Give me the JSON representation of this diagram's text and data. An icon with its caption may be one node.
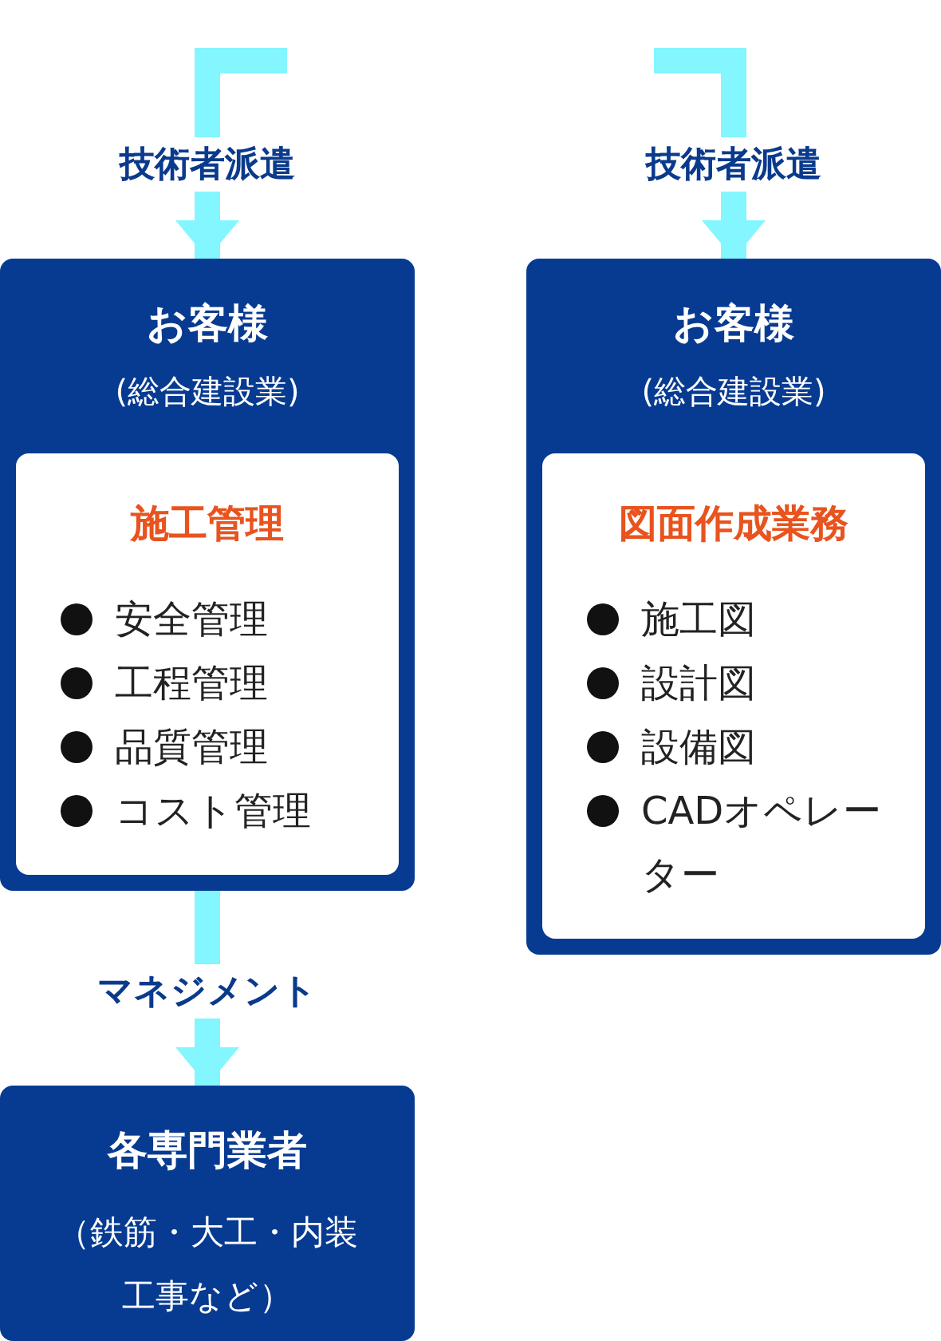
{
  "diagram": {
    "nodes": [
      {
        "text": [
          "お客様",
          "(総合建設業)"
        ]
      },
      {
        "text": [
          "施工管理",
          "安全管理",
          "工程管理",
          "品質管理",
          "コスト管理"
        ],
        "in": 0
      },
      {
        "text": [
          "お客様",
          "(総合建設業)"
        ]
      },
      {
        "text": [
          "図面作成業務",
          "施工図",
          "設計図",
          "設備図",
          "CADオペレーター"
        ],
        "in": 2
      },
      {
        "text": [
          "各専門業者",
          "（鉄筋・大工・内装工事など）"
        ]
      }
    ],
    "edges": [
      {
        "from": null,
        "to": 0,
        "arrow": "to",
        "label": "技術者派遣"
      },
      {
        "from": null,
        "to": 2,
        "arrow": "to",
        "label": "技術者派遣"
      },
      {
        "from": 0,
        "to": 4,
        "arrow": "to",
        "label": "マネジメント"
      }
    ]
  }
}
